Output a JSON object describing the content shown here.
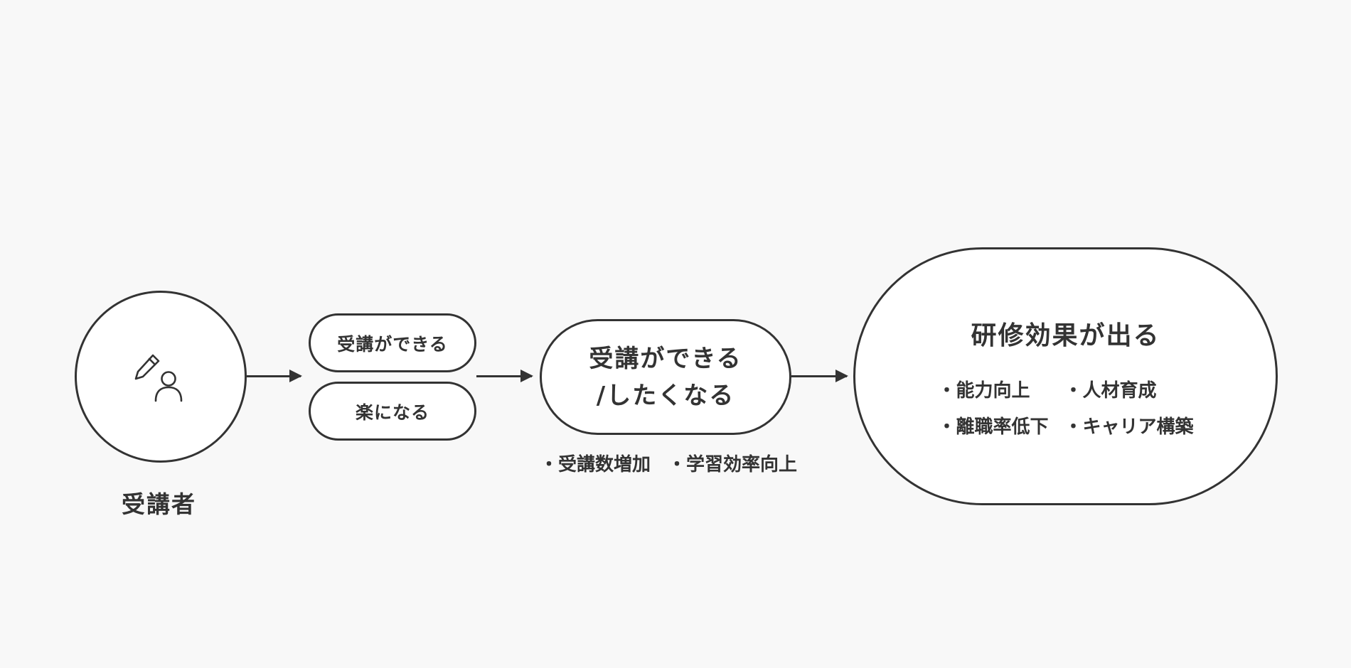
{
  "nodes": {
    "learner": {
      "label": "受講者",
      "icon": "user-edit-icon"
    },
    "benefit_a": {
      "label": "受講ができる"
    },
    "benefit_b": {
      "label": "楽になる"
    },
    "stage2": {
      "line1": "受講ができる",
      "line2": "/したくなる",
      "bullets": [
        "・受講数増加",
        "・学習効率向上"
      ]
    },
    "stage3": {
      "title": "研修効果が出る",
      "bullets": [
        "・能力向上",
        "・人材育成",
        "・離職率低下",
        "・キャリア構築"
      ]
    }
  },
  "colors": {
    "stroke": "#333333",
    "fill": "#ffffff",
    "background": "#f8f8f8"
  }
}
